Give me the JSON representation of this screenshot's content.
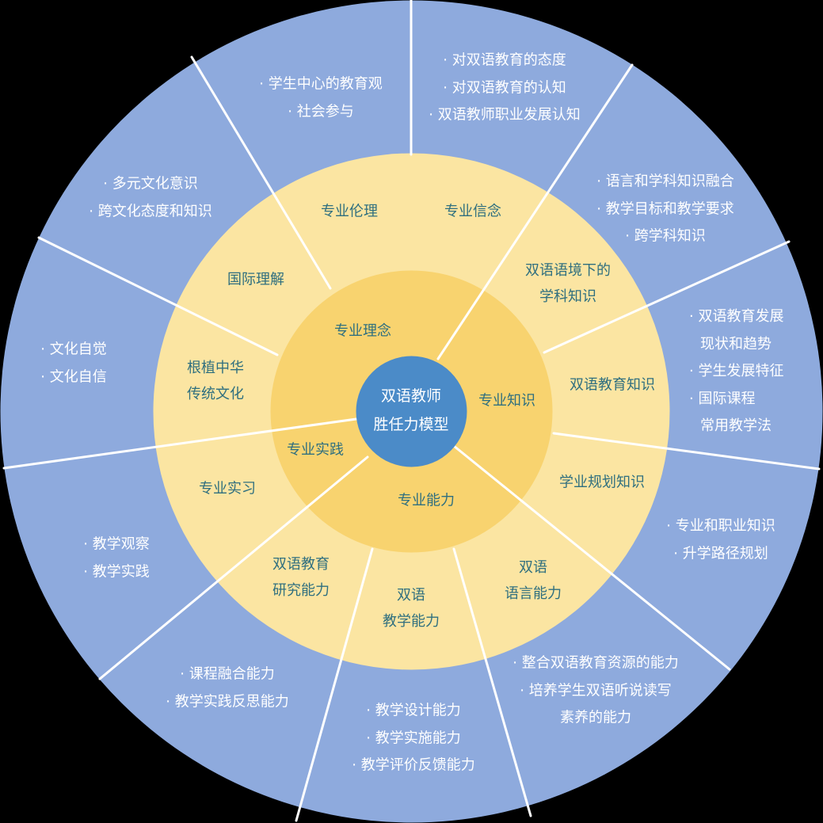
{
  "title": "双语教师胜任力模型",
  "colors": {
    "outer": "#8eaadd",
    "middle": "#fbe5a2",
    "inner": "#f8d36f",
    "center": "#4b8bc8",
    "middle_text": "#2f6f7f",
    "outer_text": "#ffffff"
  },
  "center": {
    "lines": [
      "双语教师",
      "胜任力模型"
    ]
  },
  "domains": [
    {
      "name": "专业理念",
      "lines": [
        "专业理念"
      ]
    },
    {
      "name": "专业知识",
      "lines": [
        "专业知识"
      ]
    },
    {
      "name": "专业能力",
      "lines": [
        "专业能力"
      ]
    },
    {
      "name": "专业实践",
      "lines": [
        "专业实践"
      ]
    }
  ],
  "competencies": [
    {
      "lines": [
        "专业伦理"
      ]
    },
    {
      "lines": [
        "专业信念"
      ]
    },
    {
      "lines": [
        "双语语境下的",
        "学科知识"
      ]
    },
    {
      "lines": [
        "双语教育知识"
      ]
    },
    {
      "lines": [
        "学业规划知识"
      ]
    },
    {
      "lines": [
        "双语",
        "语言能力"
      ]
    },
    {
      "lines": [
        "双语",
        "教学能力"
      ]
    },
    {
      "lines": [
        "双语教育",
        "研究能力"
      ]
    },
    {
      "lines": [
        "专业实习"
      ]
    },
    {
      "lines": [
        "根植中华",
        "传统文化"
      ]
    },
    {
      "lines": [
        "国际理解"
      ]
    }
  ],
  "indicators": [
    {
      "lines": [
        "· 学生中心的教育观",
        "· 社会参与"
      ]
    },
    {
      "lines": [
        "· 对双语教育的态度",
        "· 对双语教育的认知",
        "· 双语教师职业发展认知"
      ]
    },
    {
      "lines": [
        "· 语言和学科知识融合",
        "· 教学目标和教学要求",
        "· 跨学科知识"
      ]
    },
    {
      "lines": [
        "· 双语教育发展",
        "现状和趋势",
        "· 学生发展特征",
        "· 国际课程",
        "常用教学法"
      ]
    },
    {
      "lines": [
        "· 专业和职业知识",
        "· 升学路径规划"
      ]
    },
    {
      "lines": [
        "· 整合双语教育资源的能力",
        "· 培养学生双语听说读写",
        "素养的能力"
      ]
    },
    {
      "lines": [
        "· 教学设计能力",
        "· 教学实施能力",
        "· 教学评价反馈能力"
      ]
    },
    {
      "lines": [
        "· 课程融合能力",
        "· 教学实践反思能力"
      ]
    },
    {
      "lines": [
        "· 教学观察",
        "· 教学实践"
      ]
    },
    {
      "lines": [
        "· 文化自觉",
        "· 文化自信"
      ]
    },
    {
      "lines": [
        "· 多元文化意识",
        "· 跨文化态度和知识"
      ]
    }
  ]
}
